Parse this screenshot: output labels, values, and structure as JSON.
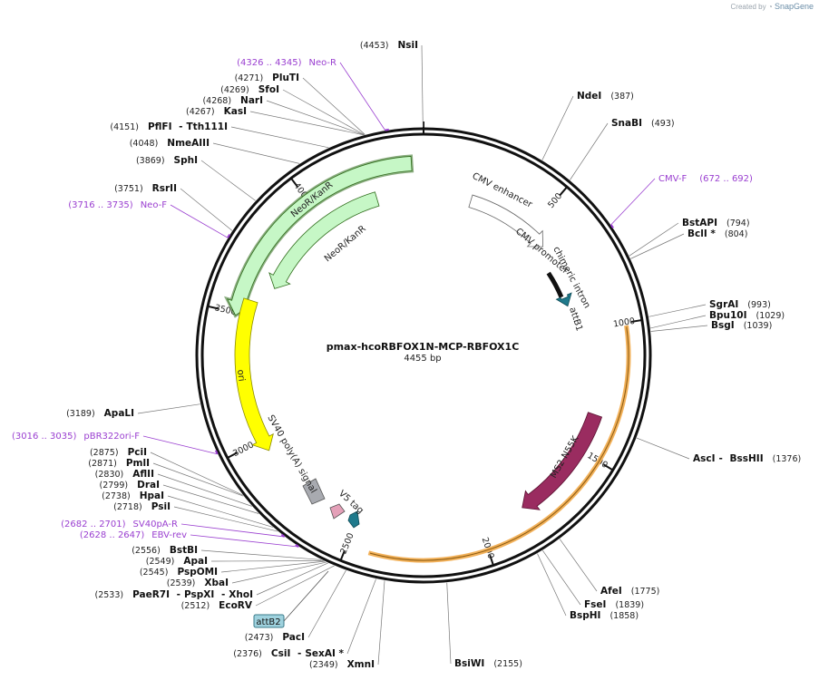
{
  "app": {
    "watermark_created": "Created by",
    "watermark_brand": "SnapGene"
  },
  "plasmid": {
    "name": "pmax-hcoRBFOX1N-MCP-RBFOX1C",
    "size_label": "4455 bp",
    "length": 4455
  },
  "tick_marks": [
    {
      "pos": 500,
      "label": "500"
    },
    {
      "pos": 1000,
      "label": "1000"
    },
    {
      "pos": 1500,
      "label": "1500"
    },
    {
      "pos": 2000,
      "label": "2000"
    },
    {
      "pos": 2500,
      "label": "2500"
    },
    {
      "pos": 3000,
      "label": "3000"
    },
    {
      "pos": 3500,
      "label": "3500"
    },
    {
      "pos": 4000,
      "label": "4000"
    }
  ],
  "sites_right": [
    {
      "names": [
        "NdeI"
      ],
      "position": "(387)",
      "pos": 387
    },
    {
      "names": [
        "SnaBI"
      ],
      "position": "(493)",
      "pos": 493
    },
    {
      "names": [
        "BstAPI"
      ],
      "position": "(794)",
      "pos": 794
    },
    {
      "names": [
        "BclI *"
      ],
      "position": "(804)",
      "pos": 804
    },
    {
      "names": [
        "SgrAI"
      ],
      "position": "(993)",
      "pos": 993
    },
    {
      "names": [
        "Bpu10I"
      ],
      "position": "(1029)",
      "pos": 1029
    },
    {
      "names": [
        "BsgI"
      ],
      "position": "(1039)",
      "pos": 1039
    },
    {
      "names": [
        "AscI",
        "BssHII"
      ],
      "position": "(1376)",
      "pos": 1376
    },
    {
      "names": [
        "AfeI"
      ],
      "position": "(1775)",
      "pos": 1775
    },
    {
      "names": [
        "FseI"
      ],
      "position": "(1839)",
      "pos": 1839
    },
    {
      "names": [
        "BspHI"
      ],
      "position": "(1858)",
      "pos": 1858
    },
    {
      "names": [
        "BsiWI"
      ],
      "position": "(2155)",
      "pos": 2155
    }
  ],
  "sites_left": [
    {
      "names": [
        "NsiI"
      ],
      "position": "(4453)",
      "pos": 4453
    },
    {
      "names": [
        "PluTI"
      ],
      "position": "(4271)",
      "pos": 4271
    },
    {
      "names": [
        "SfoI"
      ],
      "position": "(4269)",
      "pos": 4269
    },
    {
      "names": [
        "NarI"
      ],
      "position": "(4268)",
      "pos": 4268
    },
    {
      "names": [
        "KasI"
      ],
      "position": "(4267)",
      "pos": 4267
    },
    {
      "names": [
        "PflFI",
        "Tth111I"
      ],
      "position": "(4151)",
      "pos": 4151
    },
    {
      "names": [
        "NmeAIII"
      ],
      "position": "(4048)",
      "pos": 4048
    },
    {
      "names": [
        "SphI"
      ],
      "position": "(3869)",
      "pos": 3869
    },
    {
      "names": [
        "RsrII"
      ],
      "position": "(3751)",
      "pos": 3751
    },
    {
      "names": [
        "ApaLI"
      ],
      "position": "(3189)",
      "pos": 3189
    },
    {
      "names": [
        "PciI"
      ],
      "position": "(2875)",
      "pos": 2875
    },
    {
      "names": [
        "PmlI"
      ],
      "position": "(2871)",
      "pos": 2871
    },
    {
      "names": [
        "AflII"
      ],
      "position": "(2830)",
      "pos": 2830
    },
    {
      "names": [
        "DraI"
      ],
      "position": "(2799)",
      "pos": 2799
    },
    {
      "names": [
        "HpaI"
      ],
      "position": "(2738)",
      "pos": 2738
    },
    {
      "names": [
        "PsiI"
      ],
      "position": "(2718)",
      "pos": 2718
    },
    {
      "names": [
        "BstBI"
      ],
      "position": "(2556)",
      "pos": 2556
    },
    {
      "names": [
        "ApaI"
      ],
      "position": "(2549)",
      "pos": 2549
    },
    {
      "names": [
        "PspOMI"
      ],
      "position": "(2545)",
      "pos": 2545
    },
    {
      "names": [
        "XbaI"
      ],
      "position": "(2539)",
      "pos": 2539
    },
    {
      "names": [
        "PaeR7I",
        "PspXI",
        "XhoI"
      ],
      "position": "(2533)",
      "pos": 2533
    },
    {
      "names": [
        "EcoRV"
      ],
      "position": "(2512)",
      "pos": 2512
    },
    {
      "names": [
        "PacI"
      ],
      "position": "(2473)",
      "pos": 2473
    },
    {
      "names": [
        "CsiI",
        "SexAI *"
      ],
      "position": "(2376)",
      "pos": 2376
    },
    {
      "names": [
        "XmnI"
      ],
      "position": "(2349)",
      "pos": 2349
    }
  ],
  "primers": [
    {
      "name": "Neo-R",
      "range": "(4326 .. 4345)",
      "pos": 4335
    },
    {
      "name": "CMV-F",
      "range": "(672 .. 692)",
      "pos": 682
    },
    {
      "name": "Neo-F",
      "range": "(3716 .. 3735)",
      "pos": 3725
    },
    {
      "name": "pBR322ori-F",
      "range": "(3016 .. 3035)",
      "pos": 3025
    },
    {
      "name": "SV40pA-R",
      "range": "(2682 .. 2701)",
      "pos": 2691
    },
    {
      "name": "EBV-rev",
      "range": "(2628 .. 2647)",
      "pos": 2637
    }
  ],
  "features": {
    "cmv_enhancer": "CMV enhancer",
    "cmv_promoter": "CMV promoter",
    "chimeric_intron": "chimeric intron",
    "attb1": "attB1",
    "ms2_n55k": "MS2-N55K",
    "neor_1": "NeoR/KanR",
    "neor_2": "NeoR/KanR",
    "ori": "ori",
    "sv40": "SV40 poly(A) signal",
    "v5": "V5 tag",
    "attb2": "attB2"
  },
  "colors": {
    "neo": "#c6f7c6",
    "neo_highlight": "#2e6b1a",
    "ori": "#ffff00",
    "ms2": "#9a2c60",
    "orf_highlight": "#f2b15a",
    "attb": "#1f7a8c",
    "v5": "#e4a0b8",
    "sv40": "#a8aab0",
    "primer": "#9a3fd0",
    "attb2_box": "#9fd2de"
  }
}
